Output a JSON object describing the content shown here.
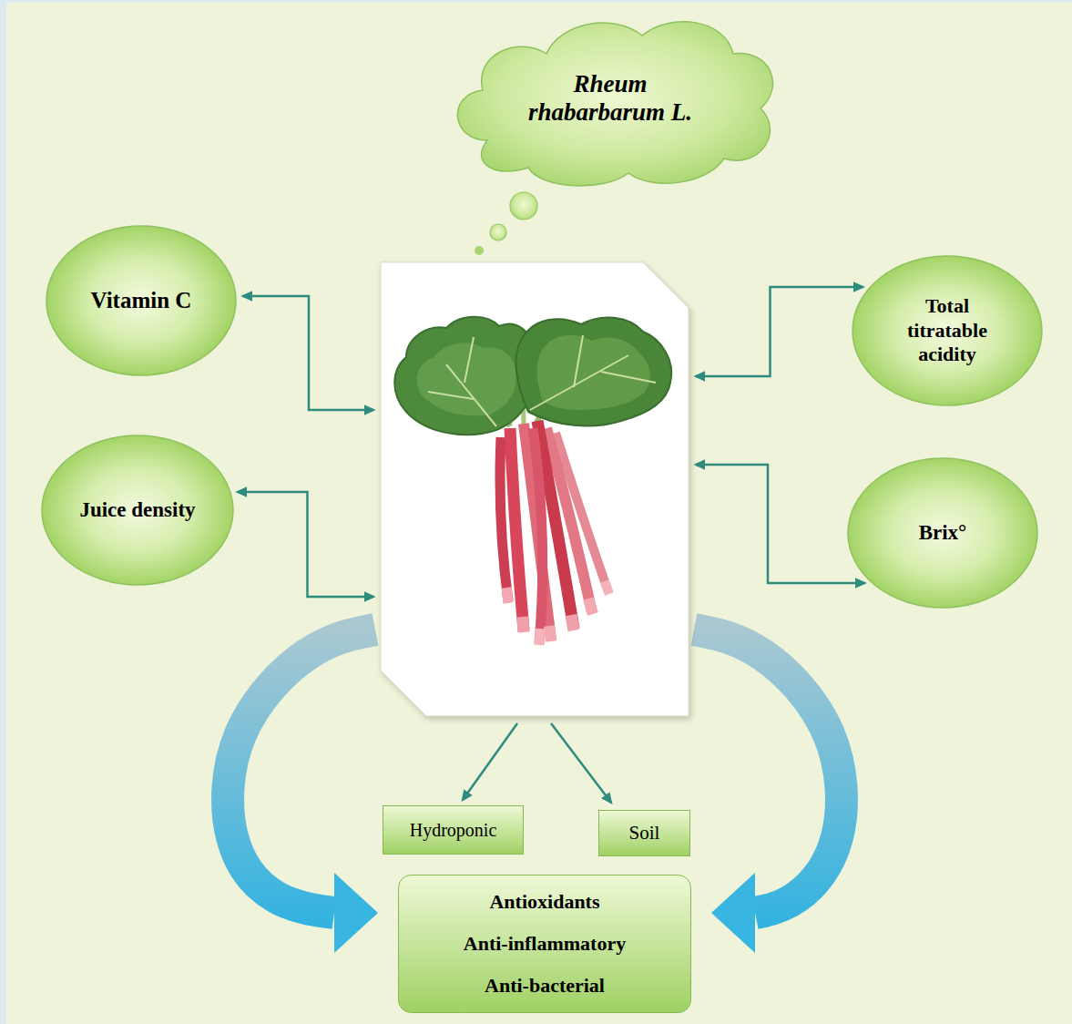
{
  "diagram": {
    "nodes": [
      {
        "text": [
          "Rheum rhabarbarum L."
        ]
      },
      {
        "text": [
          "Vitamin C"
        ]
      },
      {
        "text": []
      },
      {
        "text": [
          "Total titratable acidity"
        ]
      },
      {
        "text": [
          "Juice density"
        ]
      },
      {
        "text": [
          "Brix°"
        ]
      },
      {
        "text": [
          "Hydroponic"
        ]
      },
      {
        "text": [
          "Soil"
        ]
      },
      {
        "text": [
          "Antioxidants",
          "Anti-inflammatory",
          "Anti-bacterial"
        ]
      }
    ],
    "edges": [
      {
        "from": 2,
        "to": 1,
        "arrow": "both"
      },
      {
        "from": 2,
        "to": 3,
        "arrow": "both"
      },
      {
        "from": 2,
        "to": 4,
        "arrow": "both"
      },
      {
        "from": 2,
        "to": 5,
        "arrow": "both"
      },
      {
        "from": 2,
        "to": 6,
        "arrow": "to"
      },
      {
        "from": 2,
        "to": 7,
        "arrow": "to"
      },
      {
        "from": 2,
        "to": 8,
        "arrow": "to"
      },
      {
        "from": 2,
        "to": 8,
        "arrow": "to"
      }
    ]
  }
}
